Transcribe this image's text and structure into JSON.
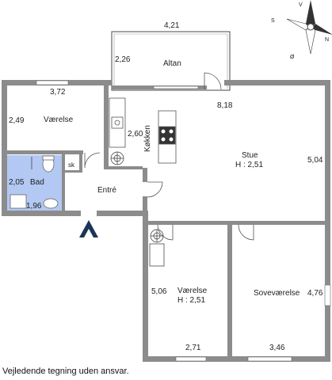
{
  "rooms": {
    "altan": "Altan",
    "vaerelse_top": "Værelse",
    "bad": "Bad",
    "sk": "sk",
    "entre": "Entré",
    "koekken": "Køkken",
    "stue": "Stue",
    "stue_height": "H : 2,51",
    "vaerelse_bottom": "Værelse",
    "vaerelse_bottom_height": "H : 2,51",
    "sovevaerelse": "Soveværelse"
  },
  "dimensions": {
    "altan_width": "4,21",
    "altan_depth": "2,26",
    "vaerelse_top_width": "3,72",
    "vaerelse_top_depth": "2,49",
    "stue_width": "8,18",
    "koekken_depth": "2,60",
    "stue_depth": "5,04",
    "bad_depth": "2,05",
    "bad_width": "1,96",
    "vaerelse_bottom_depth": "5,06",
    "vaerelse_bottom_width": "2,71",
    "sovevaerelse_depth": "4,76",
    "sovevaerelse_width": "3,46"
  },
  "compass": {
    "north": "N",
    "south": "S",
    "east": "Ø",
    "west": "V"
  },
  "disclaimer": "Vejledende tegning uden ansvar.",
  "colors": {
    "wall": "#8c8c8c",
    "bath_floor": "#b3c8f2",
    "entrance_arrow": "#1c3557"
  }
}
